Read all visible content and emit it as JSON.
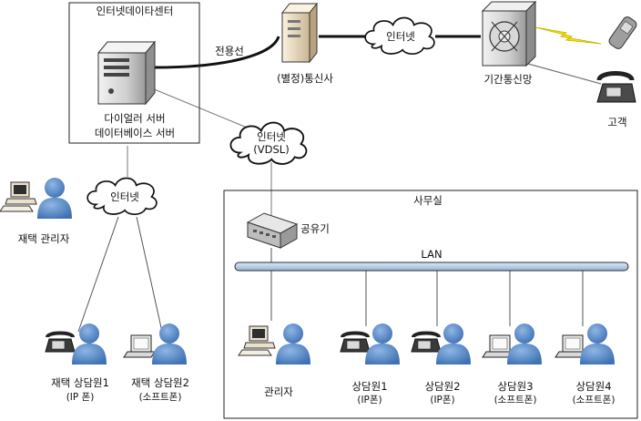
{
  "datacenter": {
    "title": "인터넷데이타센터",
    "server_line1": "다이얼러 서버",
    "server_line2": "데이터베이스 서버"
  },
  "links": {
    "dedicated_line": "전용선"
  },
  "carrier": {
    "label": "(별정)통신사"
  },
  "clouds": {
    "top": "인터넷",
    "vdsl_line1": "인터넷",
    "vdsl_line2": "(VDSL)",
    "home": "인터넷"
  },
  "pstn": {
    "label": "기간통신망"
  },
  "customer": {
    "label": "고객"
  },
  "home_admin": {
    "label": "재택 관리자"
  },
  "home_agents": [
    {
      "line1": "재택 상담원1",
      "line2": "(IP 폰)"
    },
    {
      "line1": "재택 상담원2",
      "line2": "(소프트폰)"
    }
  ],
  "office": {
    "title": "사무실",
    "router": "공유기",
    "lan": "LAN",
    "admin": "관리자",
    "agents": [
      {
        "line1": "상담원1",
        "line2": "(IP폰)"
      },
      {
        "line1": "상담원2",
        "line2": "(IP폰)"
      },
      {
        "line1": "상담원3",
        "line2": "(소프트폰)"
      },
      {
        "line1": "상담원4",
        "line2": "(소프트폰)"
      }
    ]
  },
  "colors": {
    "person_blue": "#5b8cc8",
    "lan_bar": "#a9c4e3",
    "lightning": "#f5e400"
  }
}
